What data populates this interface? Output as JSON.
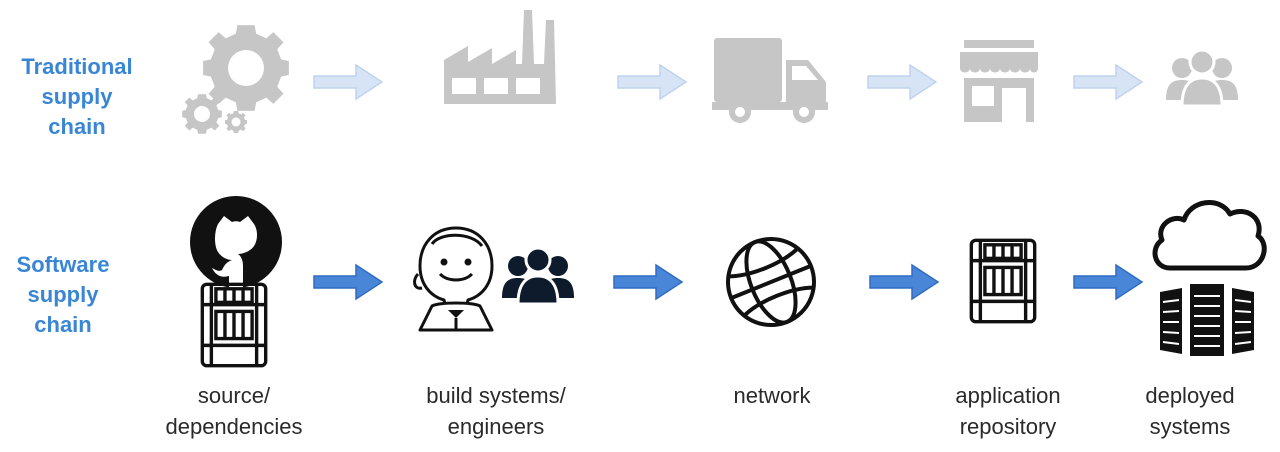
{
  "rows": {
    "traditional": {
      "label_lines": [
        "Traditional",
        "supply",
        "chain"
      ],
      "icons": [
        "gears-icon",
        "factory-icon",
        "delivery-truck-icon",
        "storefront-icon",
        "customers-group-icon"
      ]
    },
    "software": {
      "label_lines": [
        "Software",
        "supply",
        "chain"
      ]
    }
  },
  "stages": [
    {
      "icons": [
        "github-octocat-icon",
        "package-crate-icon"
      ],
      "caption_lines": [
        "source/",
        "dependencies"
      ]
    },
    {
      "icons": [
        "jenkins-butler-icon",
        "engineers-group-icon"
      ],
      "caption_lines": [
        "build systems/",
        "engineers"
      ]
    },
    {
      "icons": [
        "globe-network-icon"
      ],
      "caption_lines": [
        "network"
      ]
    },
    {
      "icons": [
        "package-crate-icon"
      ],
      "caption_lines": [
        "application",
        "repository"
      ]
    },
    {
      "icons": [
        "cloud-icon",
        "server-rack-icon"
      ],
      "caption_lines": [
        "deployed",
        "systems"
      ]
    }
  ],
  "colors": {
    "label_blue": "#3a86d6",
    "faded_gray": "#c6c6c6",
    "faded_arrow": "#d6e4f6",
    "faded_arrow_border": "#bfd3ee",
    "arrow_blue": "#4a86d8",
    "arrow_blue_border": "#2f6cc2",
    "icon_black": "#111111",
    "navy": "#0e1b2c"
  }
}
